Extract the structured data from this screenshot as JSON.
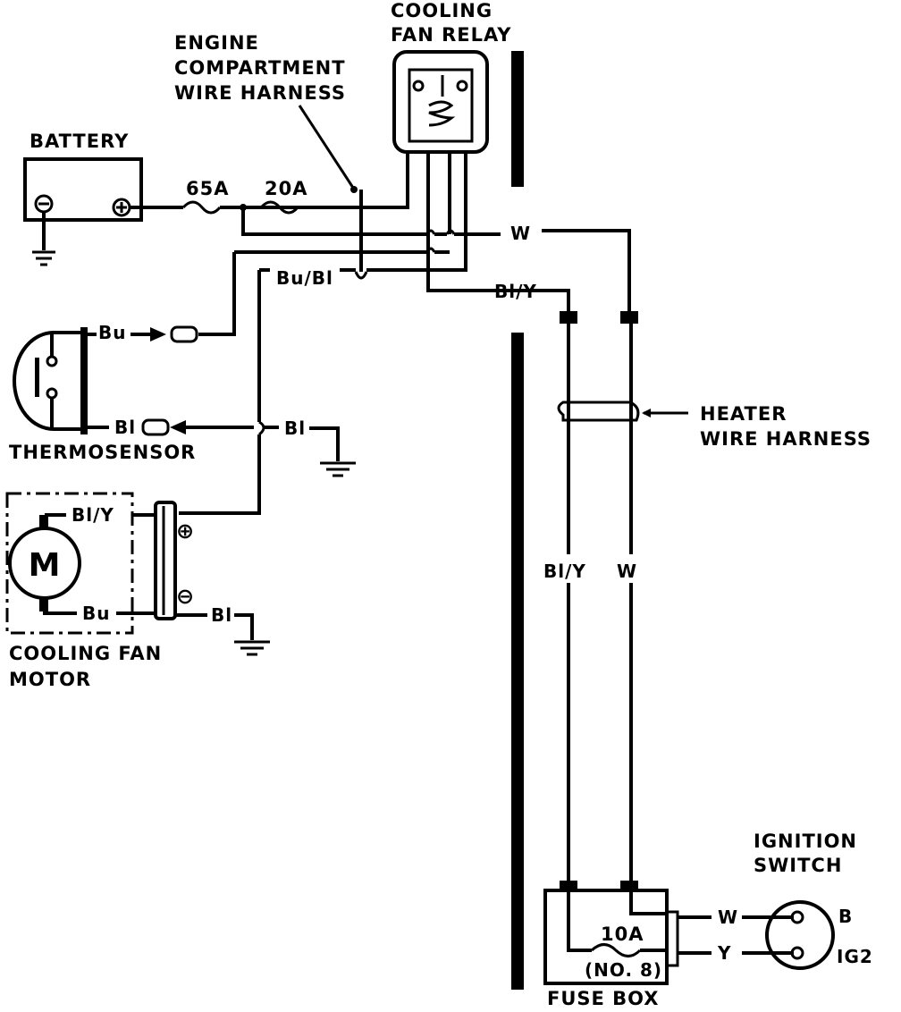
{
  "components": {
    "relay": [
      "COOLING",
      "FAN RELAY"
    ],
    "engine_harness": [
      "ENGINE",
      "COMPARTMENT",
      "WIRE HARNESS"
    ],
    "battery": "BATTERY",
    "thermosensor": "THERMOSENSOR",
    "fan_motor": [
      "COOLING FAN",
      "MOTOR"
    ],
    "motor_symbol": "M",
    "heater_harness": [
      "HEATER",
      "WIRE  HARNESS"
    ],
    "ignition_switch": [
      "IGNITION",
      "SWITCH"
    ],
    "fuse_box": "FUSE BOX"
  },
  "fuses": {
    "main": "65A",
    "relay_feed": "20A",
    "fuse_box": "10A",
    "fuse_box_number": "(NO. 8)"
  },
  "wire_labels": {
    "relay_w": "W",
    "bu_bl": "Bu/Bl",
    "bl_y_top": "Bl/Y",
    "thermo_bu": "Bu",
    "thermo_bl": "Bl",
    "ground_bl": "Bl",
    "motor_bl_y": "Bl/Y",
    "motor_bu": "Bu",
    "motor_bl": "Bl",
    "vertical_bl_y": "Bl/Y",
    "vertical_w": "W",
    "ign_w": "W",
    "ign_y": "Y",
    "ign_b": "B",
    "ign_ig2": "IG2"
  },
  "symbols": {
    "plus": "⊕",
    "minus": "⊖"
  }
}
